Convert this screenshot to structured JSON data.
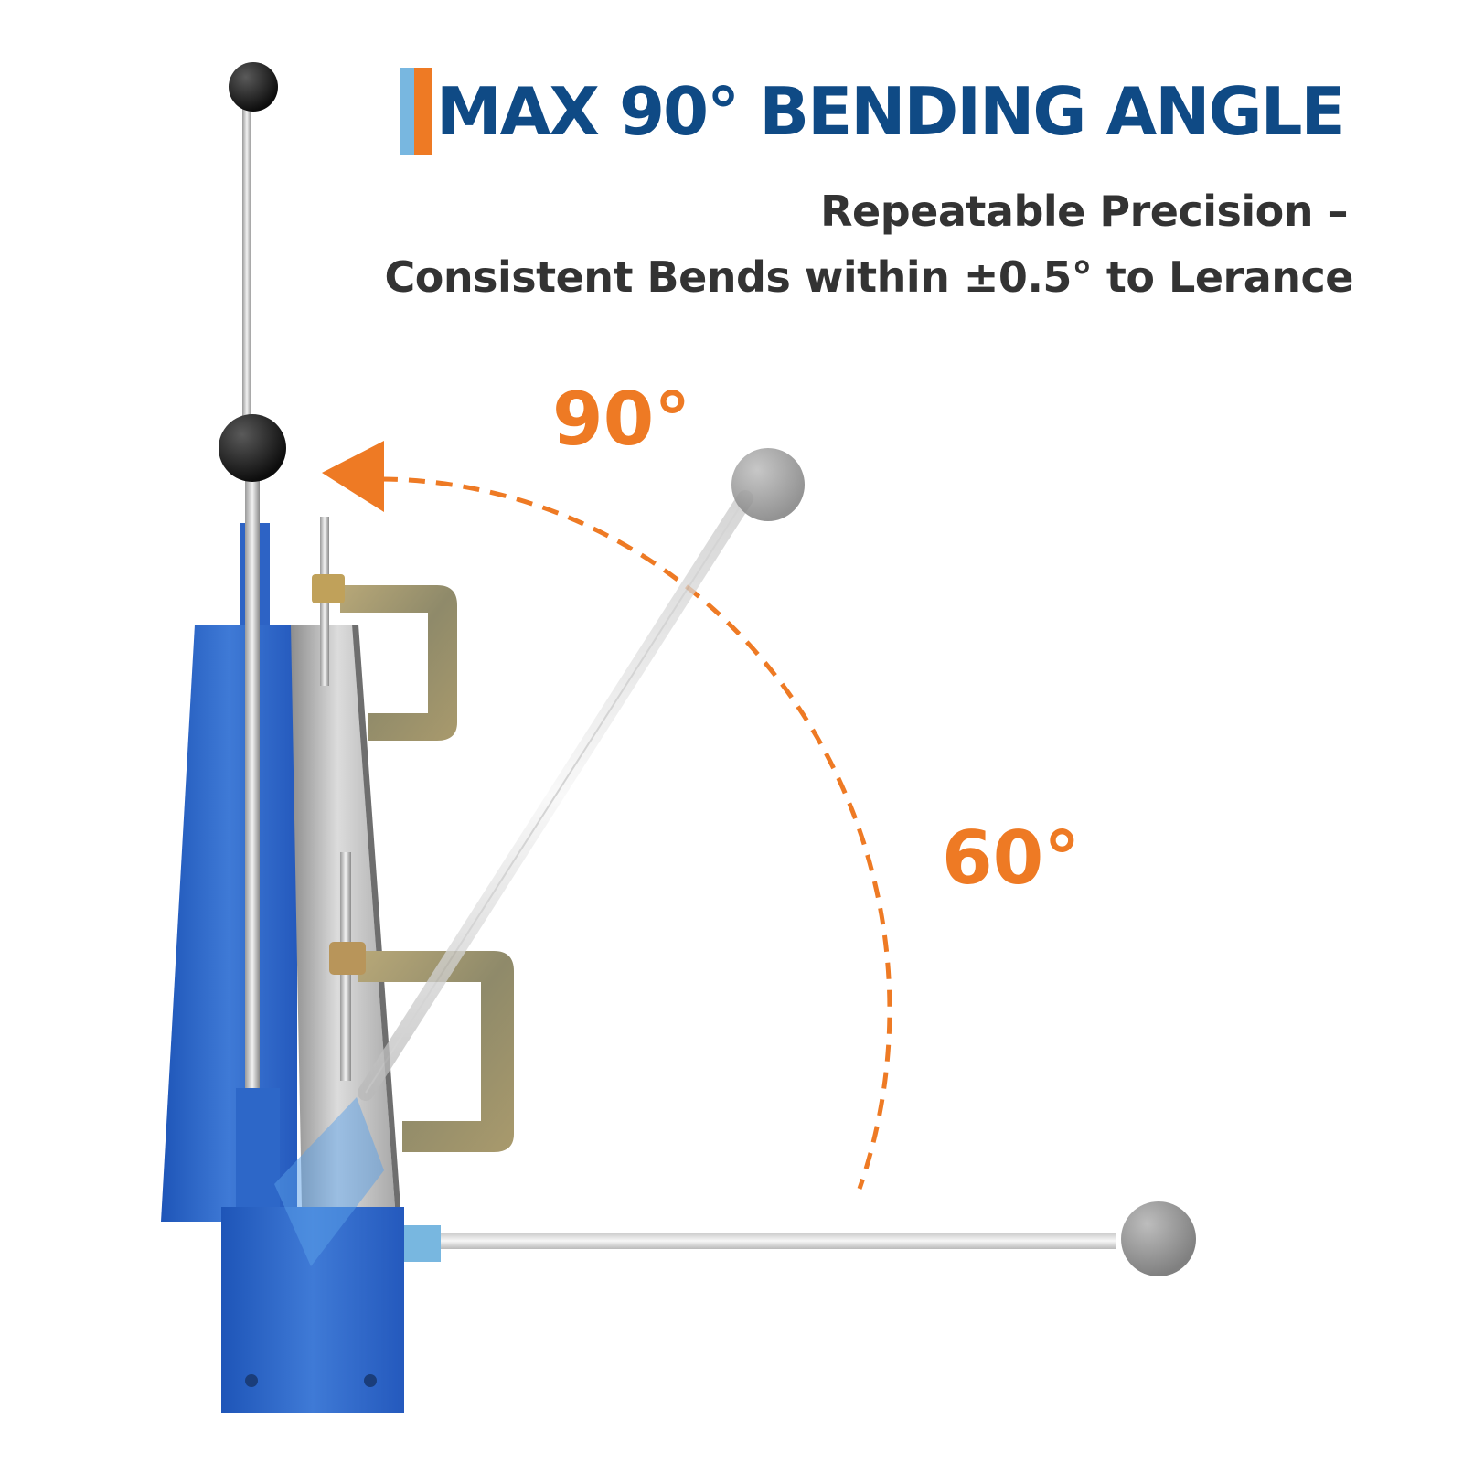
{
  "header": {
    "title": "MAX 90° BENDING ANGLE",
    "subtitle_line1": "Repeatable Precision –",
    "subtitle_line2": "Consistent Bends within ±0.5° to Lerance"
  },
  "labels": {
    "angle_max": "90°",
    "angle_mid": "60°"
  },
  "colors": {
    "title": "#0f4a85",
    "accent": "#ee7a24",
    "accent_light": "#78b7e0",
    "machine_blue": "#2d67c8",
    "text_dark": "#333333"
  },
  "icons": {
    "arrow": "arrow-left-icon",
    "arc": "dashed-arc"
  }
}
